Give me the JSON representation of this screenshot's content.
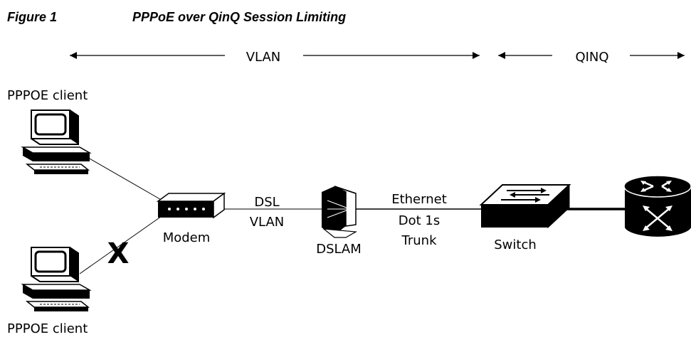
{
  "figure": {
    "number": "Figure 1",
    "title": "PPPoE over QinQ Session Limiting"
  },
  "ranges": {
    "vlan": "VLAN",
    "qinq": "QINQ"
  },
  "nodes": {
    "client_top": "PPPOE client",
    "client_bottom": "PPPOE client",
    "modem": "Modem",
    "dslam": "DSLAM",
    "switch": "Switch"
  },
  "links": {
    "modem_dslam_line1": "DSL",
    "modem_dslam_line2": "VLAN",
    "dslam_switch_line1": "Ethernet",
    "dslam_switch_line2": "Dot 1s",
    "dslam_switch_line3": "Trunk"
  },
  "blocked_marker": "X",
  "icons": [
    "pc-icon",
    "modem-icon",
    "dslam-icon",
    "switch-icon",
    "router-icon"
  ]
}
